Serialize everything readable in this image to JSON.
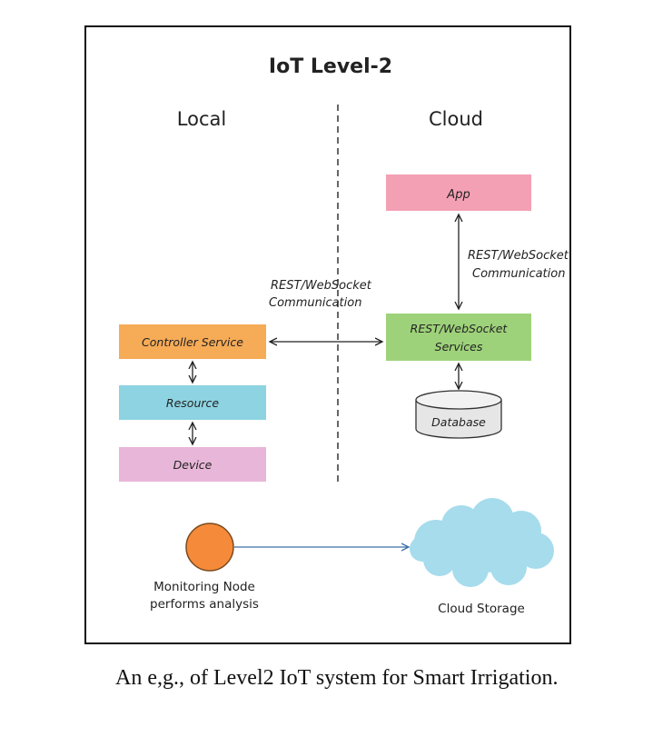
{
  "diagram": {
    "title": "IoT Level-2",
    "local_label": "Local",
    "cloud_label": "Cloud",
    "boxes": {
      "app": "App",
      "controller": "Controller Service",
      "resource": "Resource",
      "device": "Device",
      "services_line1": "REST/WebSocket",
      "services_line2": "Services",
      "database": "Database"
    },
    "edge_labels": {
      "cloud_comm_line1": "REST/WebSocket",
      "cloud_comm_line2": "Communication",
      "cross_comm_line1": "REST/WebSocket",
      "cross_comm_line2": "Communication"
    },
    "bottom": {
      "node_line1": "Monitoring Node",
      "node_line2": "performs analysis",
      "cloud_storage": "Cloud Storage"
    },
    "colors": {
      "app": "#f4a0b4",
      "controller": "#f6ab57",
      "resource": "#8dd3e1",
      "device": "#e8b6d8",
      "services": "#9ed27a",
      "node": "#f58a3b",
      "cloud": "#a6dcec"
    }
  },
  "caption": "An e,g., of Level2 IoT system for Smart Irrigation."
}
